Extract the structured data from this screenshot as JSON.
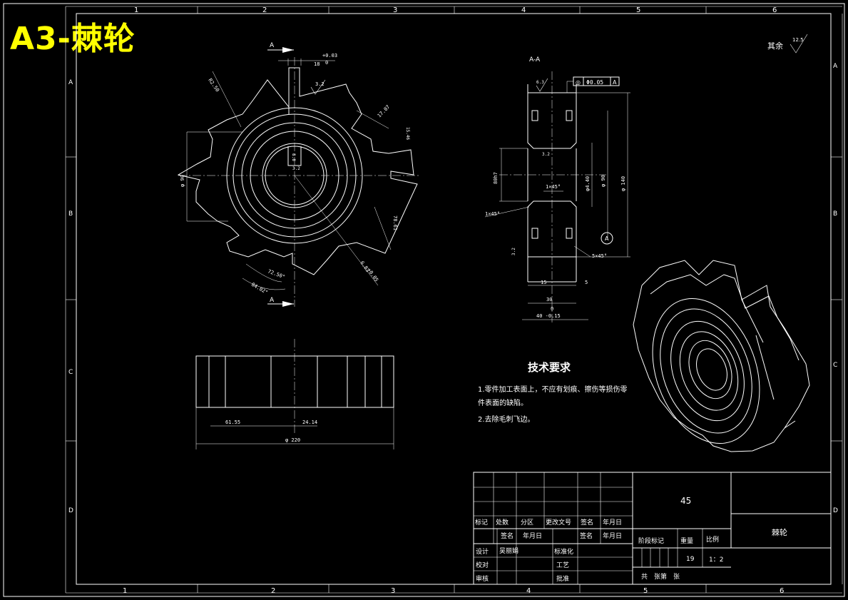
{
  "title": "A3-棘轮",
  "border": {
    "top_zones": [
      "1",
      "2",
      "3",
      "4",
      "5",
      "6"
    ],
    "bottom_zones": [
      "1",
      "2",
      "3",
      "4",
      "5",
      "6"
    ],
    "side_zones": [
      "A",
      "B",
      "C",
      "D"
    ]
  },
  "roughness_note": {
    "label": "其余",
    "value": "12.5"
  },
  "front_view": {
    "section_mark": "A",
    "section_mark_bottom": "A",
    "dims": {
      "width_top": "18",
      "tol_top": "+0.03",
      "tol_top_low": "0",
      "r_outer": "R2.50",
      "rough_1": "3.2",
      "chord": "17.07",
      "small": "15.46",
      "dia_left": "φ 90",
      "hub": "8.8",
      "rough_2": "3.2",
      "span_right": "78.61",
      "angle_1": "72.50°",
      "angle_2": "84.02°",
      "radial": "6.83",
      "radial_tol": "+0.05"
    }
  },
  "section_view": {
    "label": "A-A",
    "rough": "6.3",
    "tolerance_frame": {
      "symbol": "◎",
      "value": "Φ0.05",
      "datum": "A"
    },
    "rough_2": "3.2",
    "dims": {
      "d1": "80h7",
      "chamfer_1": "1×45°",
      "chamfer_2": "1×45°",
      "d_inner": "φ4.40",
      "d_mid": "φ 90",
      "d_outer": "φ 140",
      "rough_3": "3.2",
      "chamfer_3": "5×45°",
      "w1": "15",
      "w2": "5",
      "w3": "30",
      "w4": "0",
      "w5": "40 -0.15",
      "datum": "A"
    }
  },
  "bottom_view": {
    "dim_left": "61.55",
    "dim_mid": "24.14",
    "dim_total": "φ 220"
  },
  "tech_req": {
    "title": "技术要求",
    "items": [
      "1.零件加工表面上，不应有划痕、擦伤等损伤零",
      "件表面的缺陷。",
      "2.去除毛刺飞边。"
    ]
  },
  "title_block": {
    "material": "45",
    "part_name": "棘轮",
    "headers": [
      "标记",
      "处数",
      "分区",
      "更改文号",
      "签名",
      "年月日"
    ],
    "row_sign": [
      "签名",
      "年月日",
      "签名",
      "年月日"
    ],
    "design": "设计",
    "designer": "吴丽娟",
    "standard": "标准化",
    "check": "校对",
    "process": "工艺",
    "review": "审核",
    "approve": "批准",
    "stage_mark": "阶段标记",
    "weight": "重量",
    "scale": "比例",
    "weight_val": "19",
    "scale_val": "1：2",
    "sheets": "共　张第　张"
  }
}
